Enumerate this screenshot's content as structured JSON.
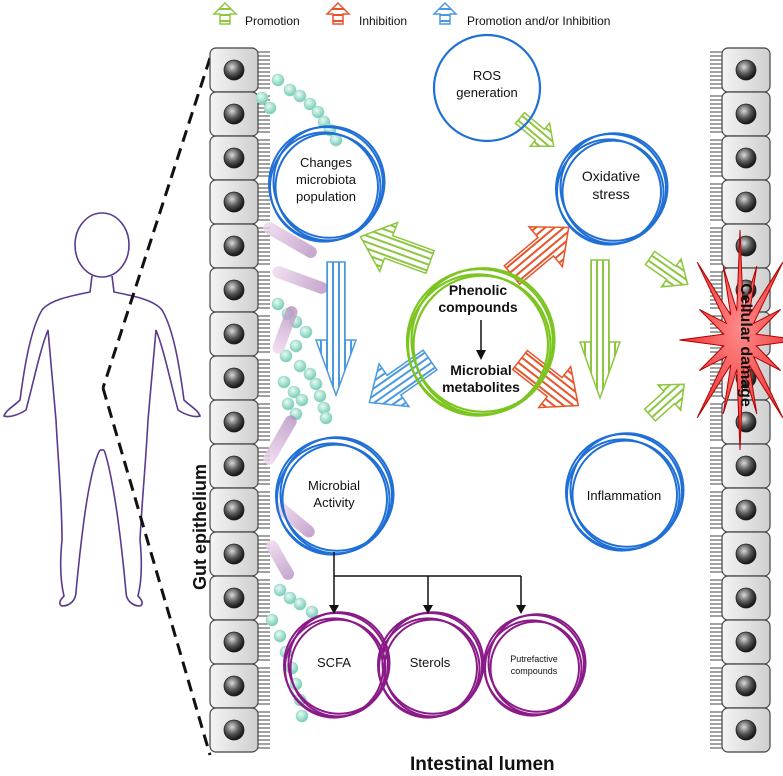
{
  "legend": {
    "promotion": "Promotion",
    "inhibition": "Inhibition",
    "both": "Promotion and/or Inhibition"
  },
  "colors": {
    "promotion": "#8dc63f",
    "inhibition": "#e8542a",
    "both": "#4a9ae0",
    "circle_blue": "#1f6fd6",
    "circle_green": "#7cc520",
    "circle_purple": "#8b1a89",
    "human_outline": "#5b3a8e",
    "burst_red": "#e81c1c"
  },
  "labels": {
    "gut_epithelium": "Gut epithelium",
    "intestinal_lumen": "Intestinal lumen",
    "cellular_damage": "Cellular damage"
  },
  "nodes": {
    "ros": [
      "ROS",
      "generation"
    ],
    "microbiota": [
      "Changes",
      "microbiota",
      "population"
    ],
    "oxidative": [
      "Oxidative",
      "stress"
    ],
    "phenolic": [
      "Phenolic",
      "compounds"
    ],
    "metabolites": [
      "Microbial",
      "metabolites"
    ],
    "activity": [
      "Microbial",
      "Activity"
    ],
    "inflammation": "Inflammation",
    "scfa": "SCFA",
    "sterols": "Sterols",
    "putrefactive": [
      "Putrefactive",
      "compounds"
    ]
  }
}
